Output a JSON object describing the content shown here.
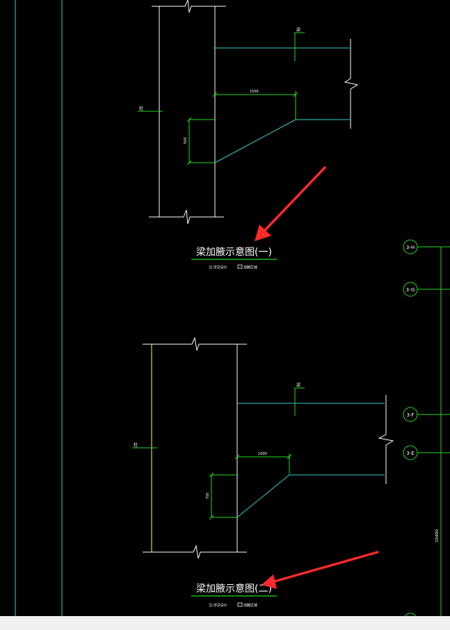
{
  "colors": {
    "background": "#000000",
    "column": "#ffffff",
    "column_yellow": "#ffff66",
    "beam": "#33d0d0",
    "dimension": "#22dd22",
    "annotation": "#ff2a2a",
    "status_bar": "#f0f0f0"
  },
  "detail_1": {
    "column_label": "柱",
    "beam_label": "梁",
    "dim_horizontal": "1500",
    "dim_vertical": "500",
    "title": "梁加腋示意图(一)",
    "subtitle": "注:详见设计",
    "subtitle_legend": "加腋区域"
  },
  "detail_2": {
    "column_label": "柱",
    "beam_label": "梁",
    "dim_horizontal": "1000",
    "dim_vertical": "700",
    "title": "梁加腋示意图(二)",
    "subtitle": "注:详见设计",
    "subtitle_legend": "加腋区域"
  },
  "axis_markers": [
    "3-H",
    "3-G",
    "3-F",
    "3-E"
  ],
  "axis_dimension": "10400",
  "arrow_icon": "red-arrow-icon"
}
